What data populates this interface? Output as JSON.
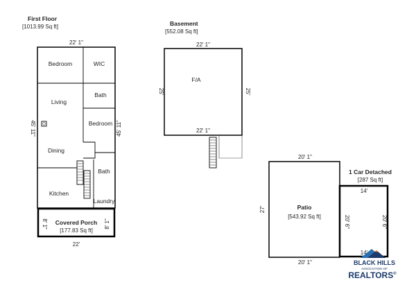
{
  "first_floor": {
    "title": "First Floor",
    "area": "[1013.99 Sq ft]",
    "dims": {
      "top": "22' 1\"",
      "left": "45' 11\"",
      "right": "45' 11\""
    },
    "rooms": {
      "bedroom1": "Bedroom",
      "wic": "WIC",
      "bath1": "Bath",
      "living": "Living",
      "bedroom2": "Bedroom",
      "dining": "Dining",
      "bath2": "Bath",
      "kitchen": "Kitchen",
      "laundry": "Laundry"
    }
  },
  "covered_porch": {
    "title": "Covered Porch",
    "area": "[177.83 Sq ft]",
    "dims": {
      "left": "8' 1\"",
      "right": "8' 1\"",
      "bottom": "22'"
    }
  },
  "basement": {
    "title": "Basement",
    "area": "[552.08 Sq ft]",
    "room": "F/A",
    "dims": {
      "top": "22' 1\"",
      "left": "25'",
      "right": "25'",
      "bottom": "22' 1\""
    }
  },
  "patio": {
    "title": "Patio",
    "area": "[543.92 Sq ft]",
    "dims": {
      "top": "20' 1\"",
      "left": "27'",
      "bottom": "20' 1\""
    }
  },
  "garage": {
    "title": "1 Car Detached",
    "area": "[287 Sq ft]",
    "dims": {
      "top": "14'",
      "left": "20' 6\"",
      "right": "20' 6\"",
      "bottom": "14'"
    }
  },
  "logo": {
    "line1": "BLACK HILLS",
    "line2": "ASSOCIATION OF",
    "line3": "REALTORS",
    "reg_mark": "®",
    "colors": {
      "navy": "#1c3a6b",
      "mountain": "#2a6fb0",
      "peak": "#e07a2a"
    }
  }
}
